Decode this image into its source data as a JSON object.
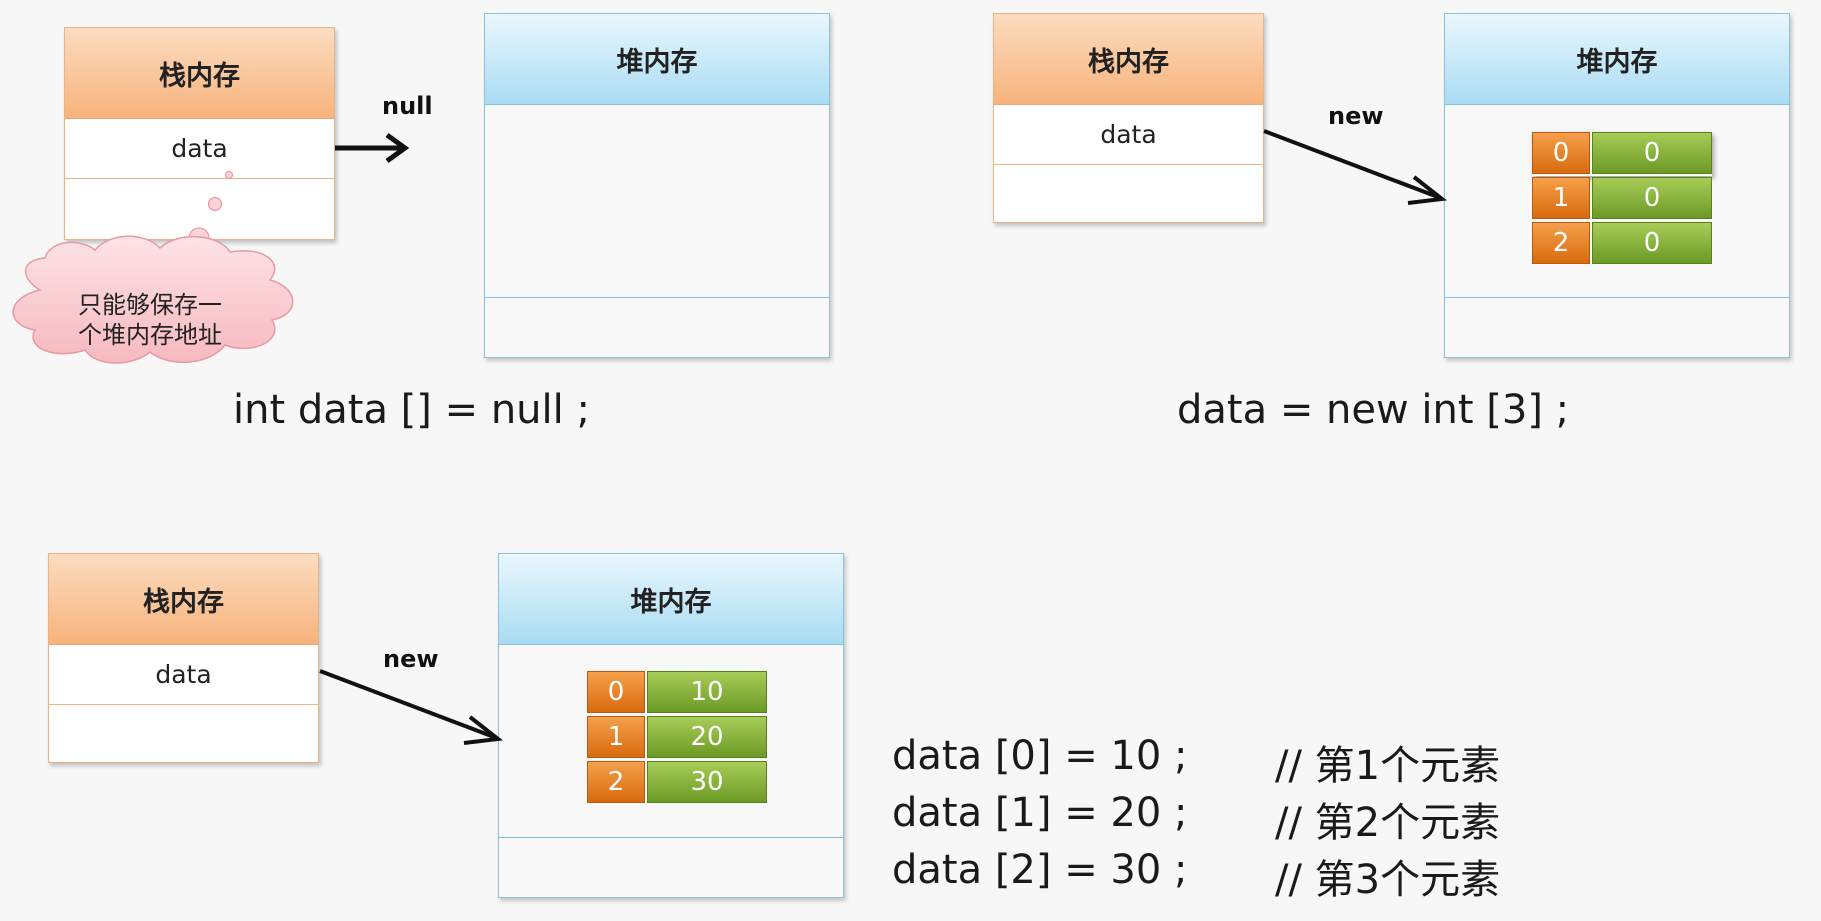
{
  "labels": {
    "stack_memory": "栈内存",
    "heap_memory": "堆内存",
    "variable": "data",
    "null_label": "null",
    "new_label": "new"
  },
  "cloud": {
    "line1": "只能够保存一",
    "line2": "个堆内存地址"
  },
  "steps": [
    {
      "code": "int data [] = null ;"
    },
    {
      "code": "data = new int [3] ;",
      "array": [
        {
          "index": "0",
          "value": "0"
        },
        {
          "index": "1",
          "value": "0"
        },
        {
          "index": "2",
          "value": "0"
        }
      ]
    },
    {
      "array": [
        {
          "index": "0",
          "value": "10"
        },
        {
          "index": "1",
          "value": "20"
        },
        {
          "index": "2",
          "value": "30"
        }
      ],
      "code_lines": [
        {
          "code": "data [0] = 10 ;",
          "comment": "// 第1个元素"
        },
        {
          "code": "data [1] = 20 ;",
          "comment": "// 第2个元素"
        },
        {
          "code": "data [2] = 30 ;",
          "comment": "// 第3个元素"
        }
      ]
    }
  ],
  "colors": {
    "stack_header": "#f7b37c",
    "heap_header": "#a9dcf3",
    "index_cell": "#e67e22",
    "value_cell": "#7aa62e"
  }
}
